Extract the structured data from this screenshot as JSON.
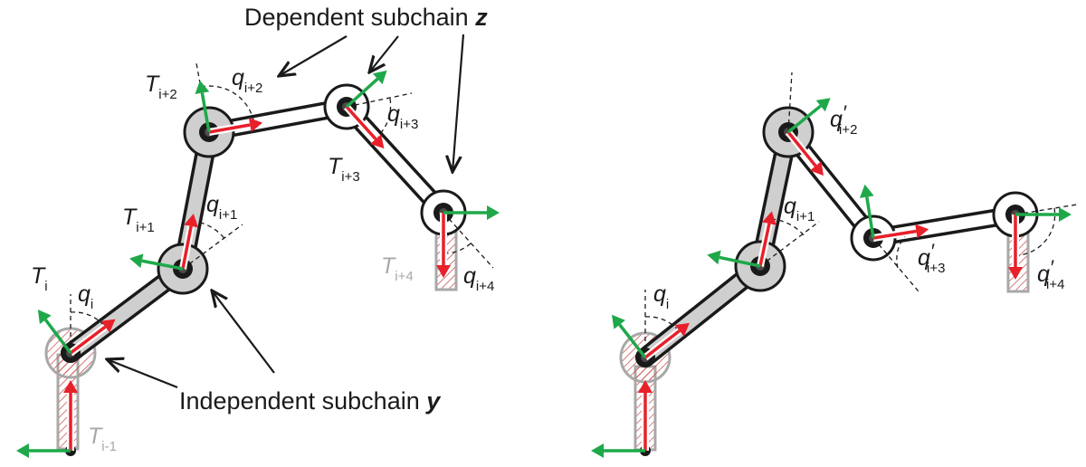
{
  "callouts": {
    "dependent": {
      "text": "Dependent subchain ",
      "var": "z"
    },
    "independent": {
      "text": "Independent subchain ",
      "var": "y"
    }
  },
  "left": {
    "frames": [
      {
        "base": "T",
        "sub": "i"
      },
      {
        "base": "T",
        "sub": "i+1"
      },
      {
        "base": "T",
        "sub": "i+2"
      },
      {
        "base": "T",
        "sub": "i+3"
      },
      {
        "base": "T",
        "sub": "i+4"
      },
      {
        "base": "T",
        "sub": "i-1"
      }
    ],
    "angles": [
      {
        "base": "q",
        "sub": "i"
      },
      {
        "base": "q",
        "sub": "i+1"
      },
      {
        "base": "q",
        "sub": "i+2"
      },
      {
        "base": "q",
        "sub": "i+3"
      },
      {
        "base": "q",
        "sub": "i+4"
      }
    ]
  },
  "right": {
    "angles": [
      {
        "base": "q",
        "sub": "i",
        "prime": ""
      },
      {
        "base": "q",
        "sub": "i+1",
        "prime": ""
      },
      {
        "base": "q",
        "sub": "i+2",
        "prime": "′"
      },
      {
        "base": "q",
        "sub": "i+3",
        "prime": "′"
      },
      {
        "base": "q",
        "sub": "i+4",
        "prime": "′"
      }
    ]
  },
  "colors": {
    "independent_link": "#cfcfcf",
    "dependent_link": "#ffffff",
    "outline": "#1a1a1a",
    "x_axis": "#e8202a",
    "y_axis": "#1fa84a",
    "phantom": "#a8a8a8"
  }
}
